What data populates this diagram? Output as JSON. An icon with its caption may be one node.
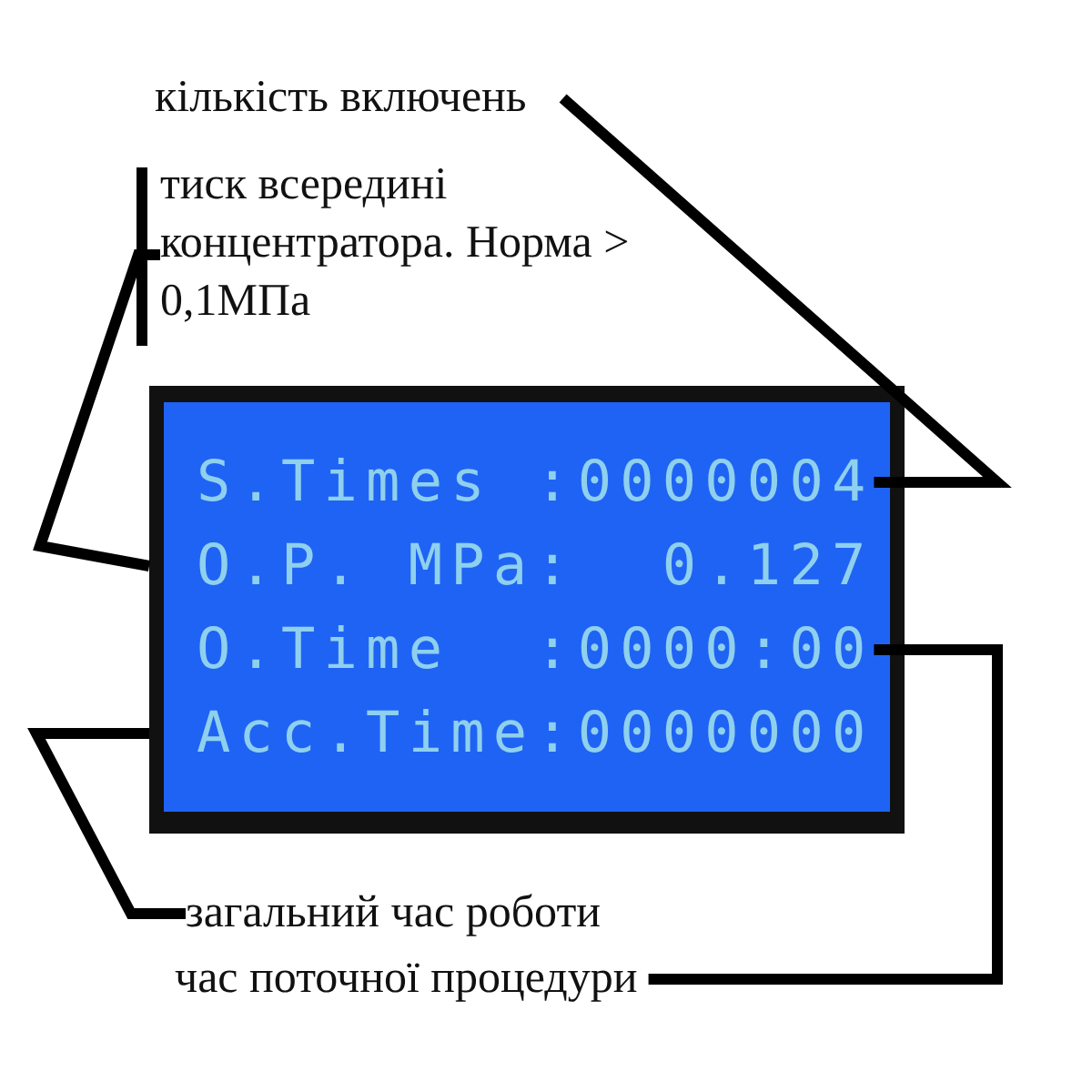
{
  "diagram": {
    "nodes": [
      {
        "text": [
          "кількість включень"
        ]
      },
      {
        "text": [
          "тиск всередині концентратора. Норма > 0,1МПа"
        ]
      },
      {
        "text": [],
        "shape": "box"
      },
      {
        "text": [
          "S.Times :0000004"
        ],
        "in": 2
      },
      {
        "text": [
          "O.P. MPa:  0.127"
        ],
        "in": 2
      },
      {
        "text": [
          "O.Time  :0000:00"
        ],
        "in": 2
      },
      {
        "text": [
          "Acc.Time:0000000"
        ],
        "in": 2
      },
      {
        "text": [
          "загальний час роботи"
        ]
      },
      {
        "text": [
          "час поточної процедури"
        ]
      }
    ],
    "edges": [
      {
        "from": 0,
        "to": 3,
        "arrow": "none"
      },
      {
        "from": 1,
        "to": 4,
        "arrow": "none"
      },
      {
        "from": 7,
        "to": 6,
        "arrow": "none"
      },
      {
        "from": 8,
        "to": 5,
        "arrow": "none"
      }
    ]
  }
}
